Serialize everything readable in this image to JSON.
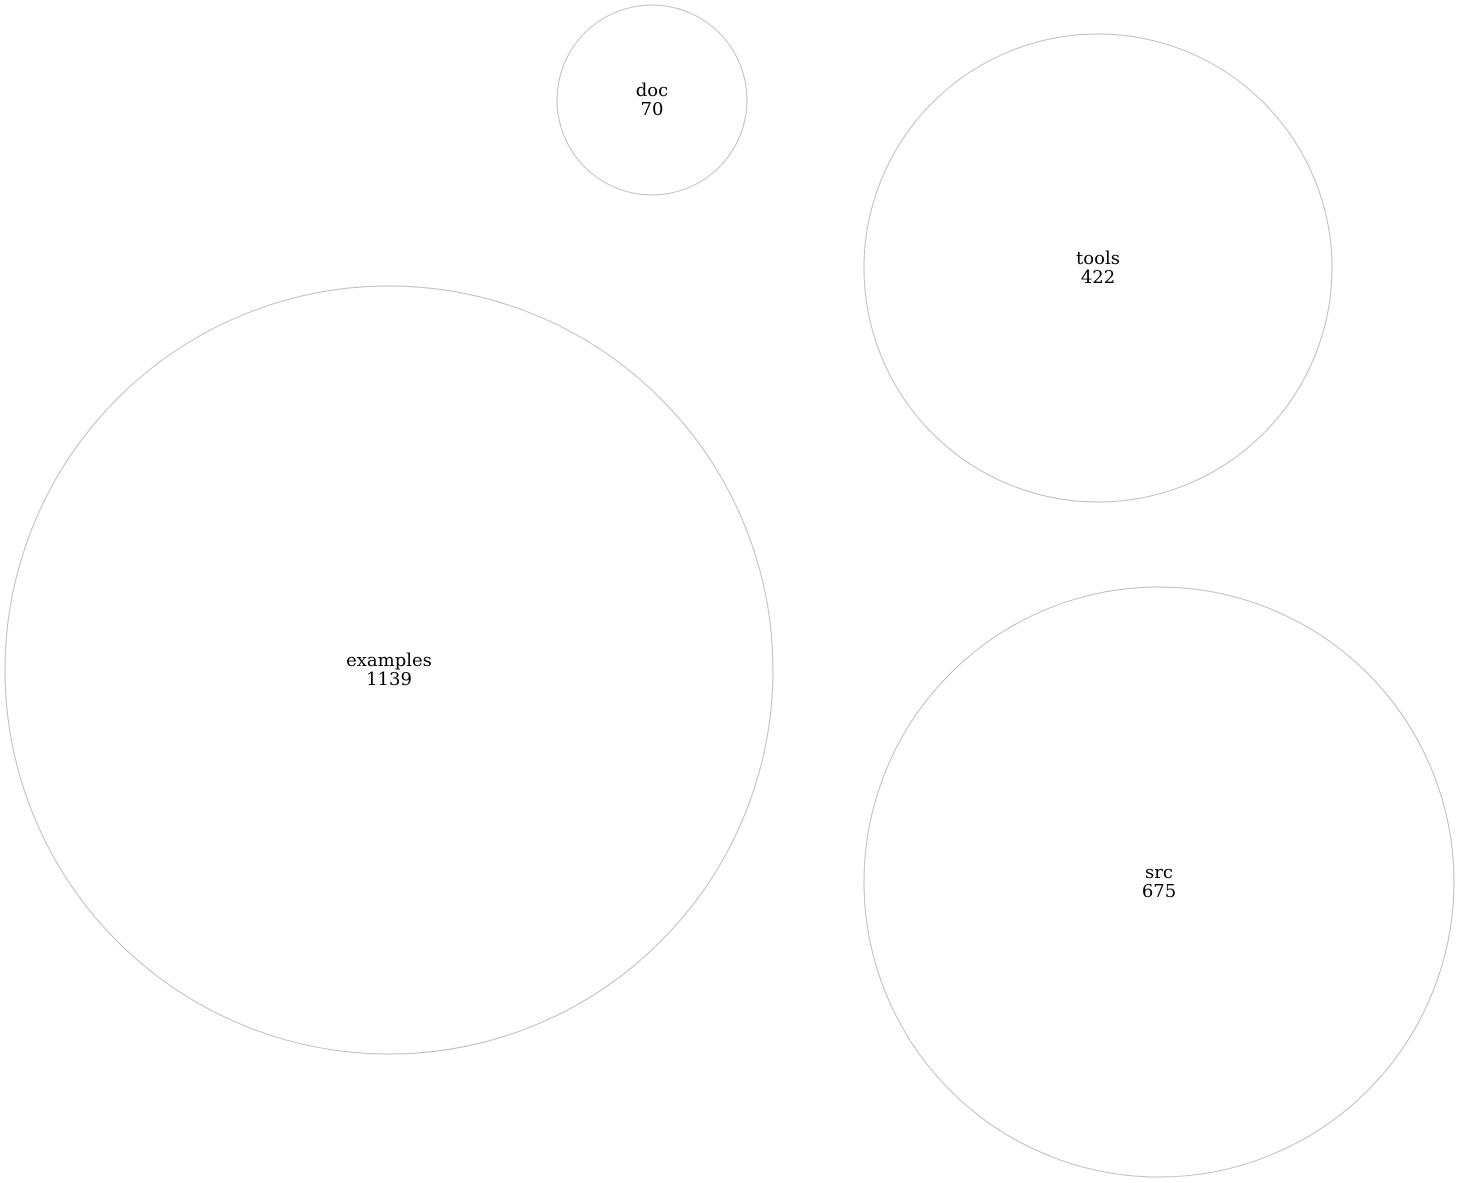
{
  "nodes": [
    {
      "id": "doc",
      "label": "doc",
      "value": "70"
    },
    {
      "id": "tools",
      "label": "tools",
      "value": "422"
    },
    {
      "id": "examples",
      "label": "examples",
      "value": "1139"
    },
    {
      "id": "src",
      "label": "src",
      "value": "675"
    }
  ],
  "colors": {
    "stroke": "#bfbfbf",
    "fill": "#ffffff",
    "text": "#000000"
  }
}
